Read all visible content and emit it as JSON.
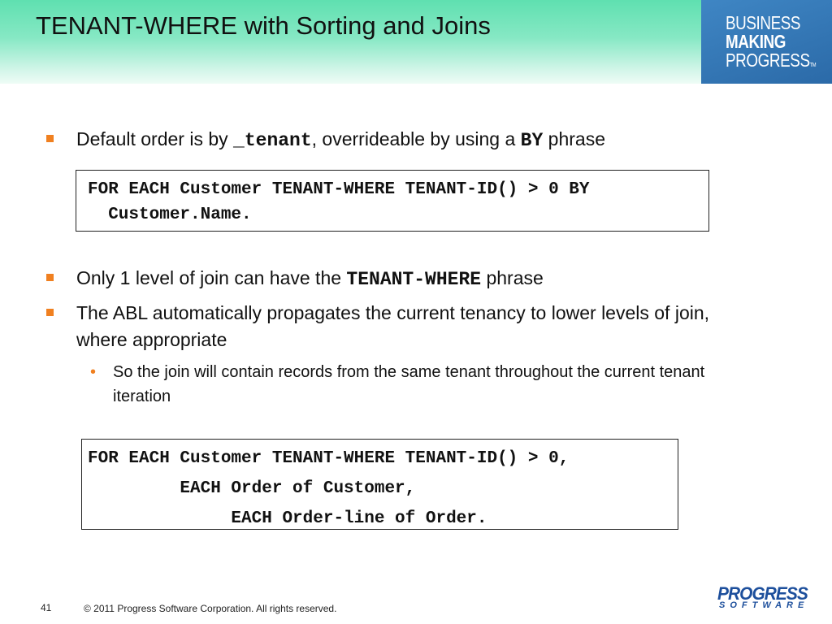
{
  "slide": {
    "title": "TENANT-WHERE with Sorting and Joins",
    "brand": {
      "line1": "BUSINESS",
      "line2": "MAKING",
      "line3": "PROGRESS",
      "tm": "TM"
    },
    "colors": {
      "header_accent": "#5fe0b0",
      "brand_box": "#2b6aa8",
      "bullet": "#f08020",
      "logo": "#1d4f9c"
    }
  },
  "bullets": [
    {
      "icon": "square-bullet",
      "parts": [
        {
          "text": "Default order is by "
        },
        {
          "text": "_tenant",
          "mono": true
        },
        {
          "text": ", overrideable by using a "
        },
        {
          "text": "BY",
          "mono": true
        },
        {
          "text": " phrase"
        }
      ]
    },
    {
      "icon": "square-bullet",
      "parts": [
        {
          "text": "Only 1 level of join can have the "
        },
        {
          "text": "TENANT-WHERE",
          "mono": true
        },
        {
          "text": " phrase"
        }
      ]
    },
    {
      "icon": "square-bullet",
      "text": "The ABL automatically propagates the current tenancy to lower levels of join, where appropriate"
    }
  ],
  "sub_bullets": [
    {
      "icon": "dot-bullet",
      "marker": "•",
      "text": "So the join will contain records from the same tenant throughout the current tenant iteration"
    }
  ],
  "code_blocks": [
    {
      "lines": [
        "FOR EACH Customer TENANT-WHERE TENANT-ID() > 0 BY",
        "  Customer.Name."
      ]
    },
    {
      "lines": [
        "FOR EACH Customer TENANT-WHERE TENANT-ID() > 0,",
        "         EACH Order of Customer,",
        "              EACH Order-line of Order."
      ]
    }
  ],
  "footer": {
    "page_number": "41",
    "copyright": "© 2011 Progress Software Corporation. All rights reserved.",
    "logo_main": "PROGRESS",
    "logo_sub": "SOFTWARE"
  }
}
